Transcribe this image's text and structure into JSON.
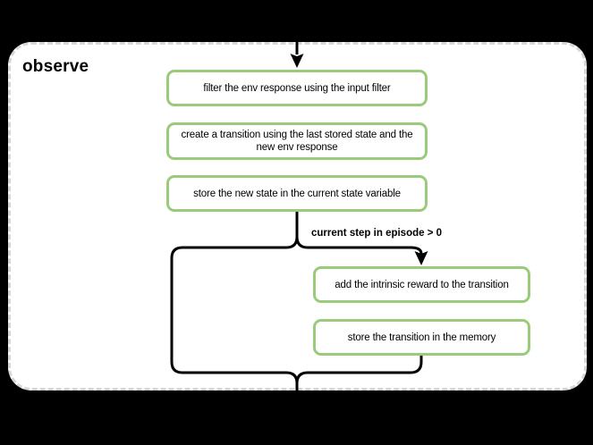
{
  "diagram": {
    "title": "observe",
    "nodes": [
      {
        "id": "filter-env-response",
        "label": "filter the env response using the input filter"
      },
      {
        "id": "create-transition",
        "label": "create a transition using the last stored state and the new env response"
      },
      {
        "id": "store-new-state",
        "label": "store the new state in the current state variable"
      },
      {
        "id": "add-intrinsic-reward",
        "label": "add the intrinsic reward to the transition"
      },
      {
        "id": "store-transition",
        "label": "store the transition in the memory"
      }
    ],
    "condition_label": "current step in episode > 0",
    "icons": {
      "flow_arrow": "arrow-down"
    },
    "colors": {
      "background": "#000000",
      "container_fill": "#ffffff",
      "container_border": "#d6d6d6",
      "node_border": "#9acb7b",
      "node_fill": "#ffffff",
      "connector": "#000000",
      "text": "#000000"
    }
  }
}
